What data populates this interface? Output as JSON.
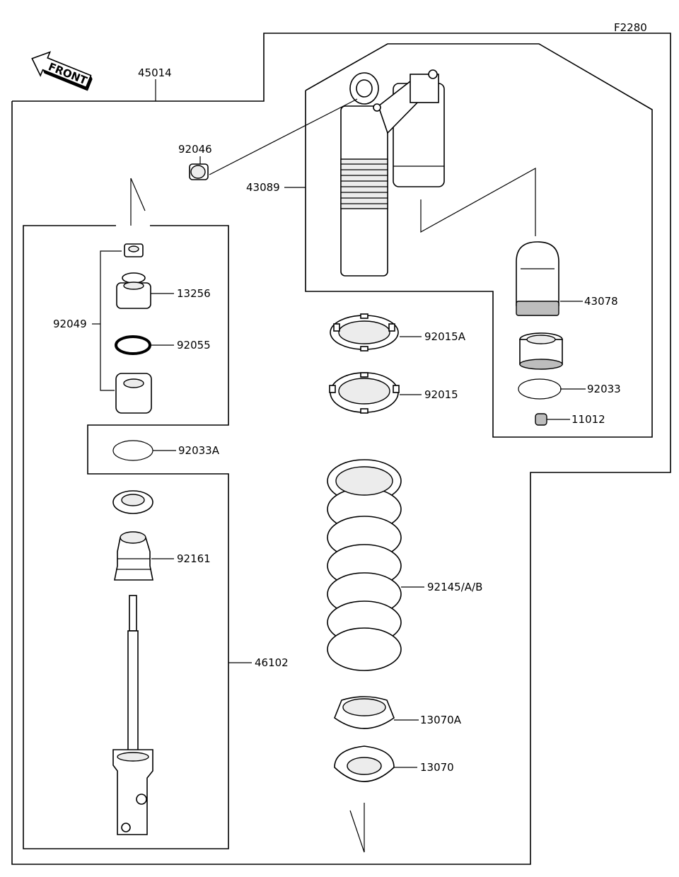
{
  "diagram_id": "F2280",
  "front_label": "FRONT",
  "labels": {
    "p45014": "45014",
    "p92046": "92046",
    "p43089": "43089",
    "p92049": "92049",
    "p13256": "13256",
    "p92055": "92055",
    "p43078": "43078",
    "p92015A": "92015A",
    "p92015": "92015",
    "p92033": "92033",
    "p11012": "11012",
    "p92033A": "92033A",
    "p92161": "92161",
    "p92145": "92145/A/B",
    "p46102": "46102",
    "p13070A": "13070A",
    "p13070": "13070"
  }
}
